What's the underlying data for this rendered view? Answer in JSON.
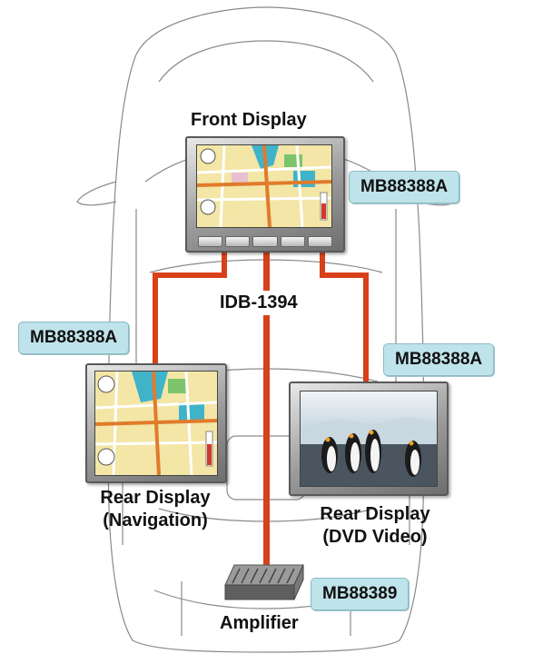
{
  "front_display": {
    "label": "Front Display",
    "chip": "MB88388A"
  },
  "bus": {
    "label": "IDB-1394"
  },
  "rear_nav": {
    "label_line1": "Rear Display",
    "label_line2": "(Navigation)",
    "chip": "MB88388A"
  },
  "rear_dvd": {
    "label_line1": "Rear Display",
    "label_line2": "(DVD Video)",
    "chip": "MB88388A"
  },
  "amplifier": {
    "label": "Amplifier",
    "chip": "MB88389"
  },
  "colors": {
    "wire": "#d8401a",
    "chip_fill": "#bfe3ea",
    "map_base": "#f3e6a6",
    "map_road": "#e07b2c",
    "map_water": "#3fb3c9"
  }
}
